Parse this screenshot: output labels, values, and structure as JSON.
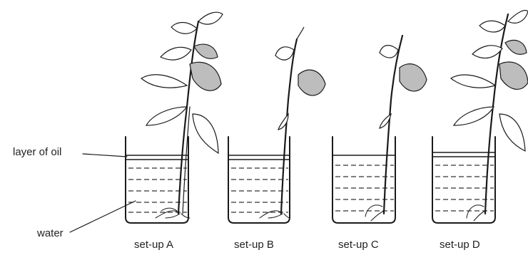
{
  "labels": {
    "oil": "layer of oil",
    "water": "water"
  },
  "setups": [
    {
      "caption": "set-up A"
    },
    {
      "caption": "set-up B"
    },
    {
      "caption": "set-up C"
    },
    {
      "caption": "set-up D"
    }
  ]
}
